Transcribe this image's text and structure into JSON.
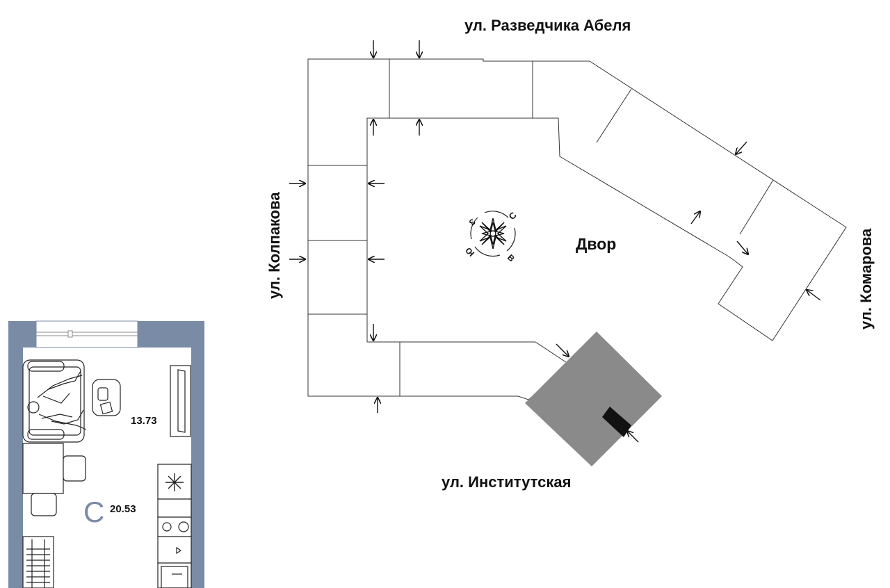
{
  "streets": {
    "north": "ул. Разведчика Абеля",
    "west": "ул. Колпакова",
    "east": "ул. Комарова",
    "south": "ул. Институтская"
  },
  "yard_label": "Двор",
  "compass": {
    "north": "С",
    "east": "В",
    "south": "Ю",
    "west": "З"
  },
  "apartment": {
    "room_area": "13.73",
    "total_area": "20.53",
    "type_letter": "С",
    "wall_color": "#7a8ba6"
  },
  "colors": {
    "highlighted_building": "#8a8a8a",
    "highlighted_section": "#111111"
  }
}
